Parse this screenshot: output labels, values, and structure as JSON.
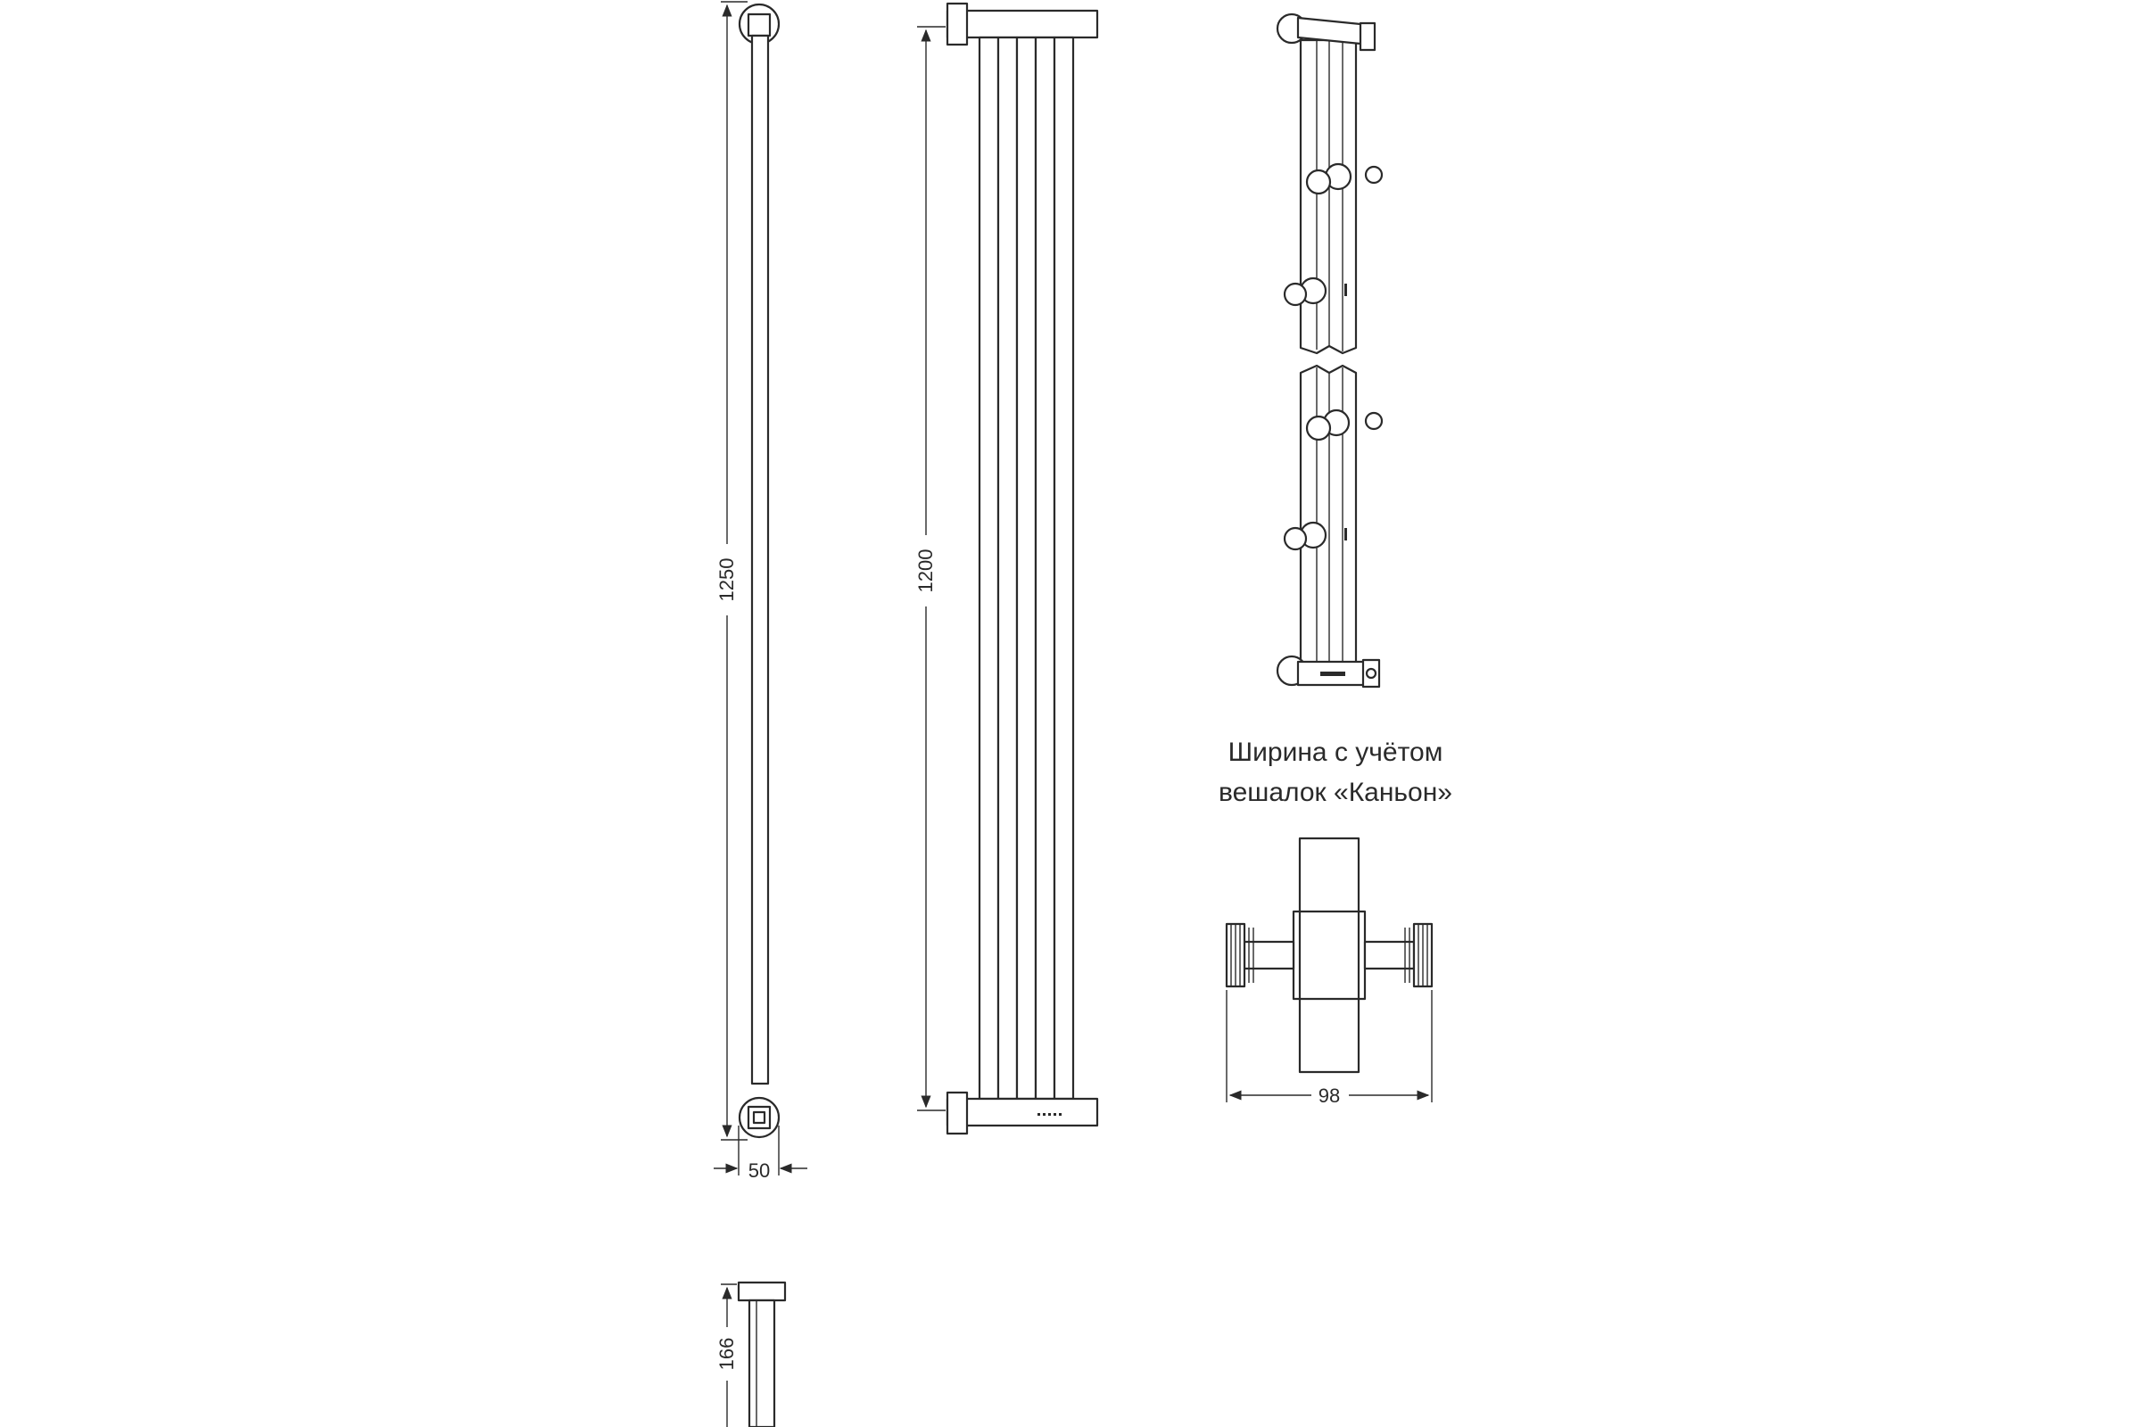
{
  "dimensions": {
    "side_height": "1250",
    "side_depth": "50",
    "front_height": "1200",
    "width_with_hangers": "98",
    "wall_offset": "166"
  },
  "caption": {
    "line1": "Ширина с учётом",
    "line2": "вешалок «Каньон»"
  },
  "colors": {
    "line": "#2a2a2a",
    "background": "#ffffff"
  }
}
